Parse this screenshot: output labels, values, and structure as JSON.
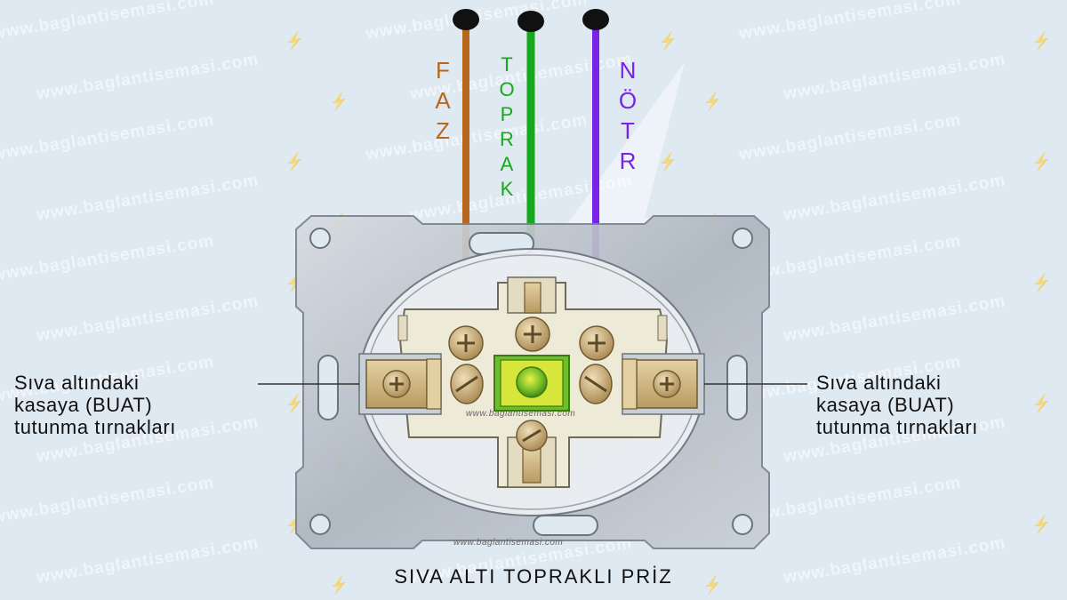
{
  "watermark": "www.baglantisemasi.com",
  "wires": [
    {
      "letters": [
        "F",
        "A",
        "Z"
      ],
      "color": "#b8681e"
    },
    {
      "letters": [
        "T",
        "O",
        "P",
        "R",
        "A",
        "K"
      ],
      "color": "#18a81b"
    },
    {
      "letters": [
        "N",
        "Ö",
        "T",
        "R"
      ],
      "color": "#7a22e8"
    }
  ],
  "left_note": {
    "line1": "Sıva altındaki",
    "line2": "kasaya (BUAT)",
    "line3": "tutunma tırnakları"
  },
  "right_note": {
    "line1": "Sıva altındaki",
    "line2": "kasaya (BUAT)",
    "line3": "tutunma tırnakları"
  },
  "title": "SIVA  ALTI TOPRAKLI PRİZ",
  "inner_watermark_1": "www.baglantisemasi.com",
  "inner_watermark_2": "www.baglantisemasi.com",
  "colors": {
    "faz": "#b8681e",
    "toprak": "#18a81b",
    "notr": "#7a22e8",
    "background": "#dfe9f2",
    "frame": "#b4bcc6",
    "housing": "#eeead8",
    "terminal": "#d4bb8c"
  }
}
